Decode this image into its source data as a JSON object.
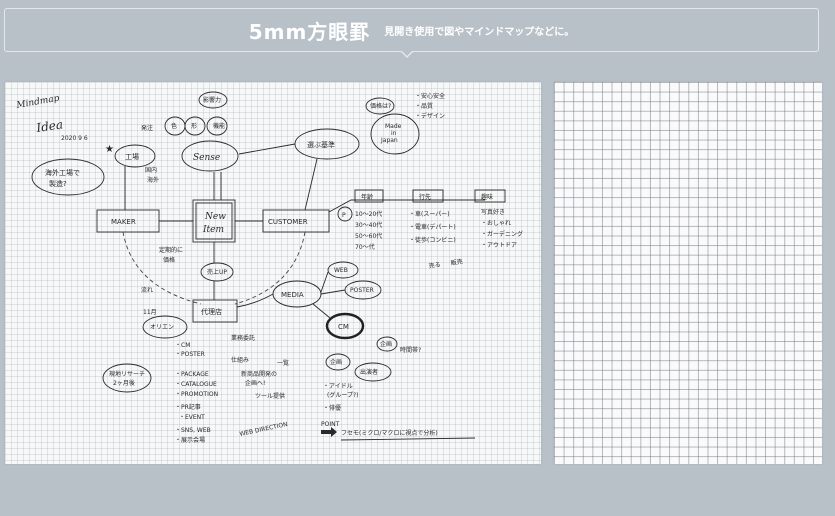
{
  "banner": {
    "title": "5mm方眼罫",
    "subtitle": "見開き使用で図やマインドマップなどに。"
  },
  "colors": {
    "background": "#b9c1c8",
    "paper": "#f7f8f8",
    "ink": "#2a2a2a"
  },
  "left_page": {
    "header": {
      "line1": "Mindmap",
      "line2": "Idea",
      "date": "2020 9 6"
    },
    "nodes": {
      "maker": "MAKER",
      "new_item_1": "New",
      "new_item_2": "Item",
      "customer": "CUSTOMER",
      "sense": "Sense",
      "factory": "工場",
      "erabu": "選ぶ基準",
      "made_in_japan_1": "Made",
      "made_in_japan_2": "in",
      "made_in_japan_3": "Japan",
      "dairiten": "代理店",
      "media": "MEDIA",
      "web": "WEB",
      "poster": "POSTER",
      "cm": "CM",
      "overseas_1": "海外工場で",
      "overseas_2": "製造?",
      "ichiran": "一覧",
      "oriten": "オリエン",
      "pri": "ツール提供",
      "gyomu": "業務委託",
      "jikan": "時間帯?",
      "shutsuen": "出演者",
      "kaiwa": "企画",
      "uriage": "売上UP"
    },
    "list_left": [
      "・CM",
      "・POSTER",
      "・PACKAGE",
      "・CATALOGUE",
      "・PROMOTION",
      "・PR記事",
      "・EVENT",
      "・SNS, WEB",
      "・展示会場"
    ],
    "labels": {
      "hachu": "発注",
      "kokunai": "国内",
      "kaigai": "海外",
      "nenrei": "年齢",
      "kounyu": "行先",
      "shumi": "趣味",
      "p_marker": "P",
      "ages": [
        "10〜20代",
        "30〜40代",
        "50〜60代",
        "70〜代"
      ],
      "places": [
        "・車(スーパー)",
        "・電車(デパート)",
        "・徒歩(コンビニ)"
      ],
      "hobbies": [
        "写真好き",
        "・おしゃれ",
        "・ガーデニング",
        "・アウトドア"
      ],
      "top_right": [
        "・安心安全",
        "・品質",
        "・デザイン"
      ],
      "web_direction": "WEB DIRECTION",
      "point": "POINT",
      "point_text": "フセモ(ミクロ/マクロに視点で分析)",
      "shindan_1": "新商品開発の",
      "shindan_2": "企画へ!",
      "nanbu": "11月",
      "yosan_1": "定期的に",
      "yosan_2": "価格",
      "shikumi": "仕組み",
      "item_d1": "・アイドル",
      "item_d2": "(グループ?)",
      "item_d3": "・俳優",
      "note_bottom_1": "現地リサーチ",
      "note_bottom_2": "2ヶ月後",
      "uru": "売る",
      "hanbai": "販売",
      "shiharai": "流れ",
      "iro": "色",
      "katachi": "形",
      "kinou": "機能",
      "eikyo": "影響力",
      "question": "価格は?",
      "sign": "企画"
    }
  }
}
